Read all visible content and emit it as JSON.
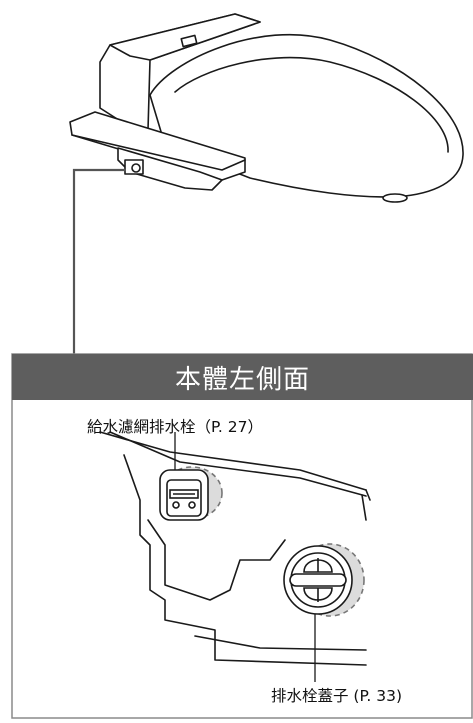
{
  "panel": {
    "title": "本體左側面"
  },
  "callouts": {
    "filter_drain_plug": "給水濾網排水栓（P. 27）",
    "drain_plug_cap": "排水栓蓋子 (P. 33)"
  }
}
